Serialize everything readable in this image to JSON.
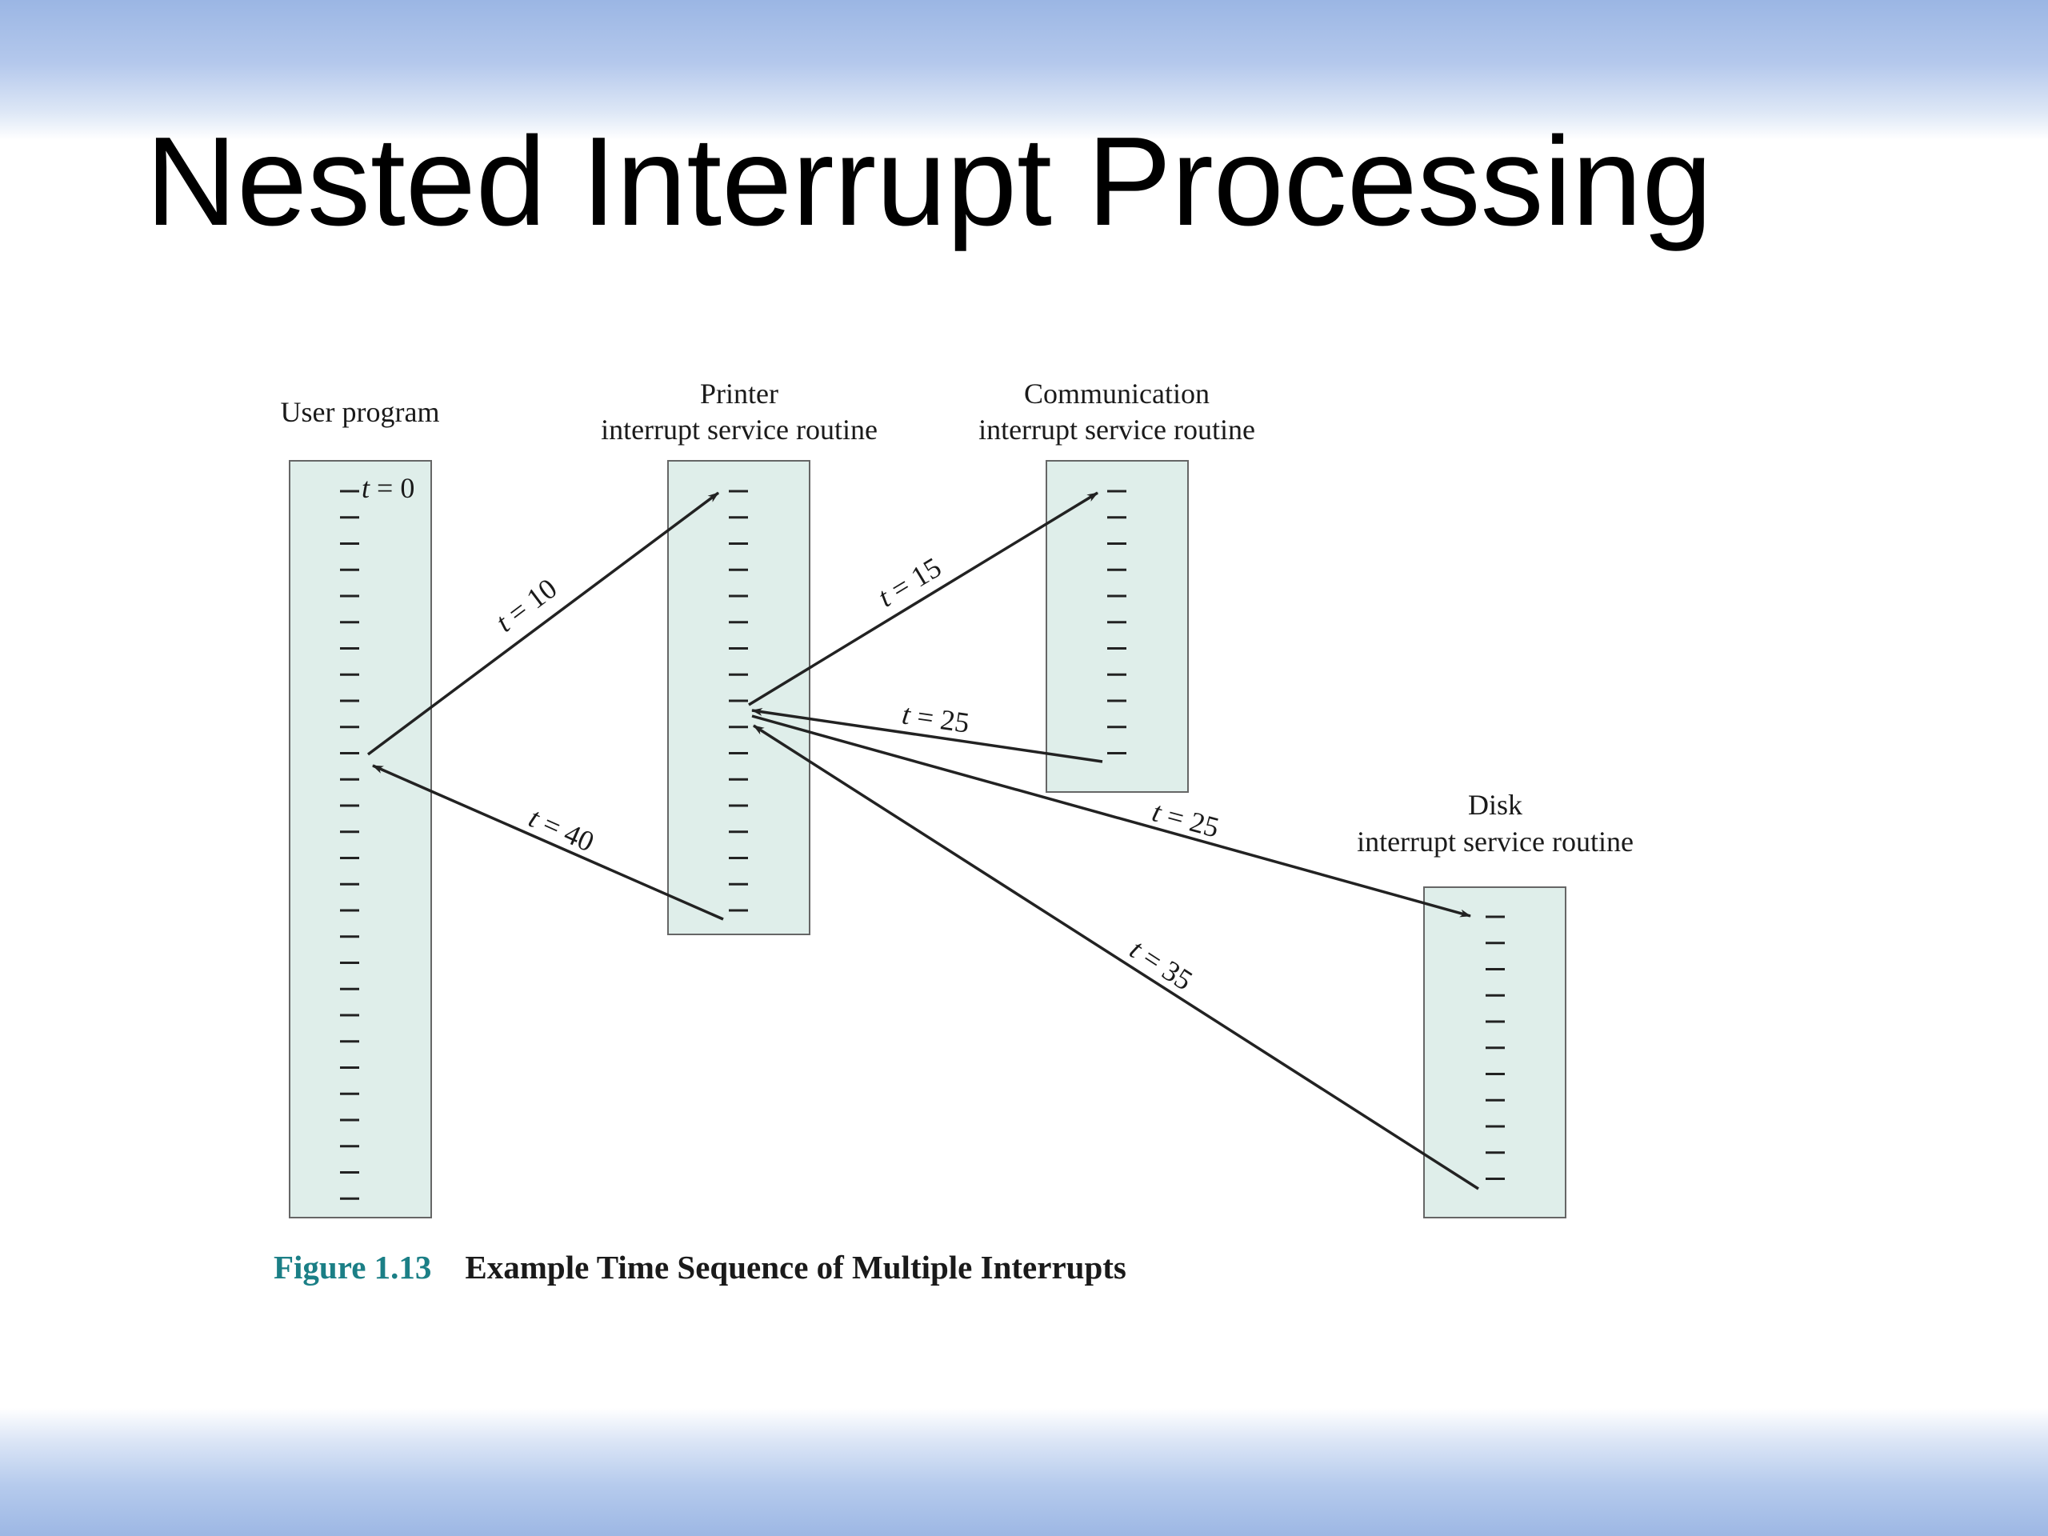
{
  "slide": {
    "title": "Nested Interrupt Processing"
  },
  "diagram": {
    "routines": [
      {
        "id": "user",
        "name": "User program",
        "subtitle": "",
        "ticks": 28
      },
      {
        "id": "printer",
        "name": "Printer",
        "subtitle": "interrupt service routine",
        "ticks": 17
      },
      {
        "id": "comm",
        "name": "Communication",
        "subtitle": "interrupt service routine",
        "ticks": 11
      },
      {
        "id": "disk",
        "name": "Disk",
        "subtitle": "interrupt service routine",
        "ticks": 11
      }
    ],
    "start_label": {
      "var": "t",
      "eq": " = 0"
    },
    "transitions": [
      {
        "from": "user",
        "to": "printer",
        "var": "t",
        "eq": " = 10"
      },
      {
        "from": "printer",
        "to": "comm",
        "var": "t",
        "eq": " = 15"
      },
      {
        "from": "comm",
        "to": "printer",
        "var": "t",
        "eq": " = 25"
      },
      {
        "from": "printer",
        "to": "disk",
        "var": "t",
        "eq": " = 25"
      },
      {
        "from": "disk",
        "to": "printer",
        "var": "t",
        "eq": " = 35"
      },
      {
        "from": "printer",
        "to": "user",
        "var": "t",
        "eq": " = 40"
      }
    ],
    "caption": {
      "number": "Figure 1.13",
      "text": "Example Time Sequence of Multiple Interrupts"
    },
    "colors": {
      "box_fill": "#dfeeea",
      "box_stroke": "#666666",
      "line": "#222222",
      "caption_accent": "#1b7f86"
    }
  }
}
